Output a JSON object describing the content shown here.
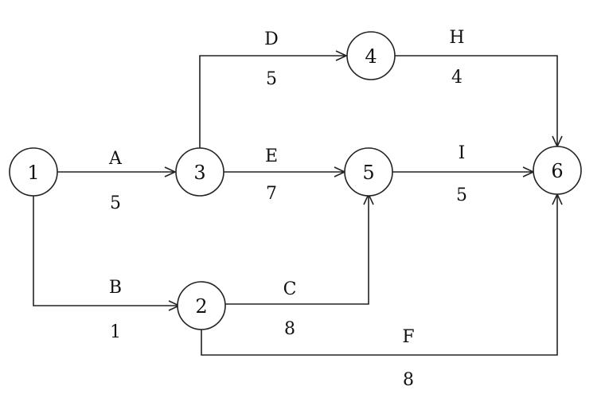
{
  "nodes": [
    {
      "id": "1",
      "label": "1"
    },
    {
      "id": "2",
      "label": "2"
    },
    {
      "id": "3",
      "label": "3"
    },
    {
      "id": "4",
      "label": "4"
    },
    {
      "id": "5",
      "label": "5"
    },
    {
      "id": "6",
      "label": "6"
    }
  ],
  "activities": [
    {
      "name": "A",
      "duration": "5",
      "from": "1",
      "to": "3"
    },
    {
      "name": "B",
      "duration": "1",
      "from": "1",
      "to": "2"
    },
    {
      "name": "C",
      "duration": "8",
      "from": "2",
      "to": "5"
    },
    {
      "name": "D",
      "duration": "5",
      "from": "3",
      "to": "4"
    },
    {
      "name": "E",
      "duration": "7",
      "from": "3",
      "to": "5"
    },
    {
      "name": "F",
      "duration": "8",
      "from": "2",
      "to": "6"
    },
    {
      "name": "H",
      "duration": "4",
      "from": "4",
      "to": "6"
    },
    {
      "name": "I",
      "duration": "5",
      "from": "5",
      "to": "6"
    }
  ]
}
